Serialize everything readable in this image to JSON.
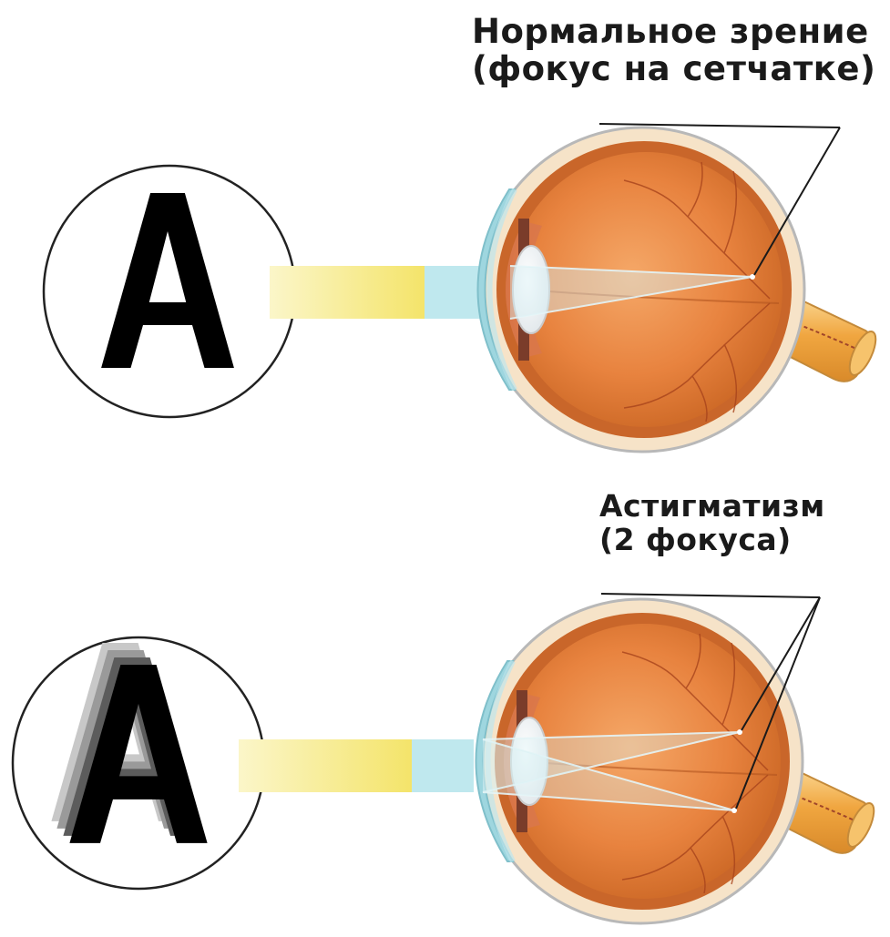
{
  "panels": [
    {
      "id": "normal",
      "caption_lines": [
        "Нормальное зрение",
        "(фокус на сетчатке)"
      ],
      "chart_letter": "A"
    },
    {
      "id": "astigmatism",
      "caption_lines": [
        "Астигматизм",
        "(2 фокуса)"
      ],
      "chart_letter": "A"
    }
  ],
  "colors": {
    "eye_vitreous": "#e8833f",
    "eye_wall": "#c9662a",
    "sclera": "#f4d9b8",
    "cornea": "#bfe6ec",
    "beam_warm": "#f6ea84",
    "beam_cool": "#bfe8ee",
    "optic_nerve": "#f0b24a",
    "blur_grey": "#8c8c8c"
  },
  "icons": [
    "eye-cross-section",
    "letter-a-chart",
    "light-beam",
    "focus-pointer-line",
    "optic-nerve"
  ]
}
